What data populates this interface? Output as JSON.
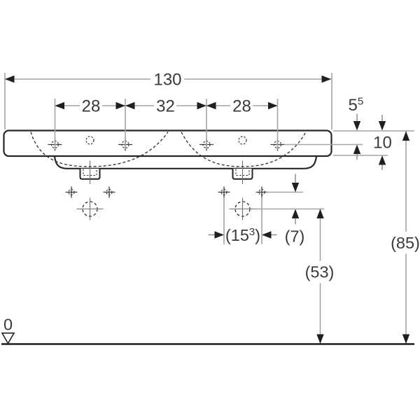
{
  "palette": {
    "outline": "#262626",
    "dimension_line": "#a4a4a4",
    "arrowhead": "#1f1f1f",
    "text": "#3a3a3a",
    "floor_line": "#1c1c1c",
    "background": "#ffffff"
  },
  "dimensions": {
    "overall_width": "130",
    "tap_hole_spacing_left": "28",
    "tap_hole_spacing_center": "32",
    "tap_hole_spacing_right": "28",
    "rim_to_tap_hole_main": "5",
    "rim_to_tap_hole_sup": "5",
    "rim_thickness": "10",
    "fixing_hole_spacing_prefix": "(15",
    "fixing_hole_spacing_sup": "3",
    "fixing_hole_spacing_suffix": ")",
    "fixing_to_drain_offset": "(7)",
    "drain_center_height": "(53)",
    "rim_height": "(85)",
    "floor_datum": "0"
  }
}
